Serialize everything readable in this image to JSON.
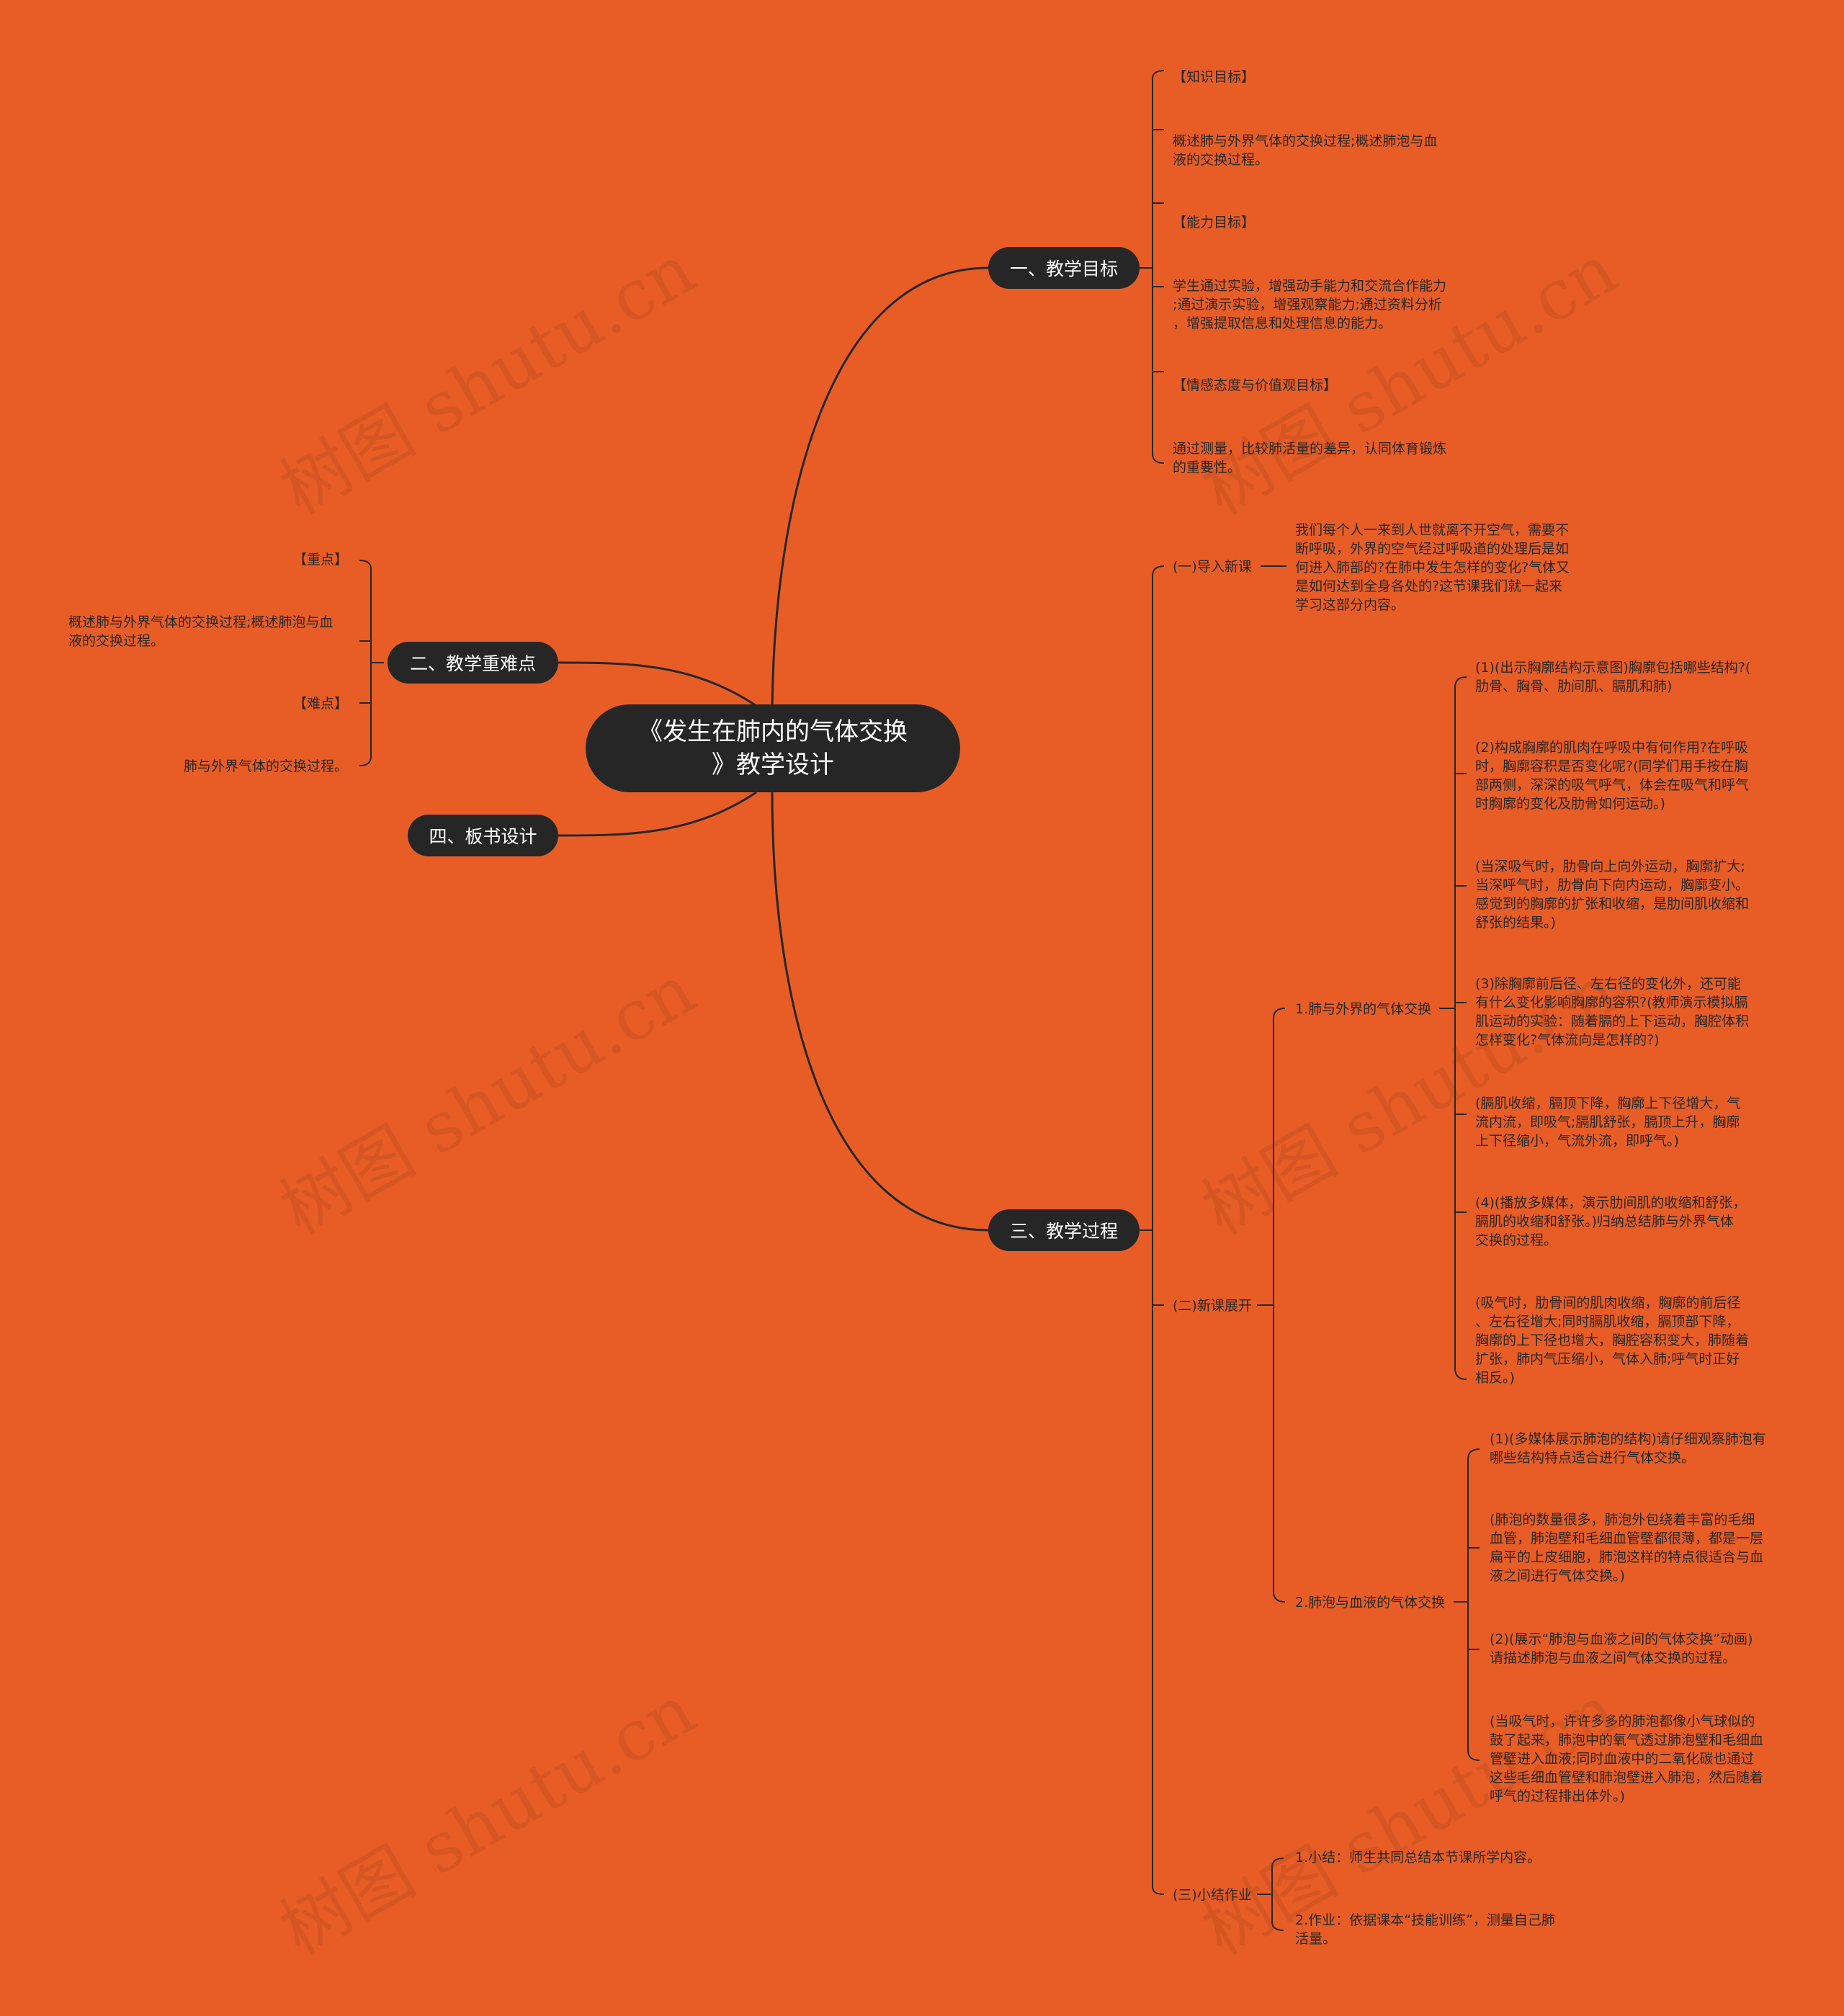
{
  "root": {
    "line1": "《发生在肺内的气体交换",
    "line2": "》教学设计"
  },
  "branches": {
    "b1": "一、教学目标",
    "b2": "二、教学重难点",
    "b3": "三、教学过程",
    "b4": "四、板书设计"
  },
  "objectives": [
    "【知识目标】",
    "概述肺与外界气体的交换过程;概述肺泡与血\n液的交换过程。",
    "【能力目标】",
    "学生通过实验，增强动手能力和交流合作能力\n;通过演示实验，增强观察能力;通过资料分析\n，增强提取信息和处理信息的能力。",
    "【情感态度与价值观目标】",
    "通过测量，比较肺活量的差异，认同体育锻炼\n的重要性。"
  ],
  "keypoints": [
    "【重点】",
    "概述肺与外界气体的交换过程;概述肺泡与血\n液的交换过程。",
    "【难点】",
    "肺与外界气体的交换过程。"
  ],
  "process": {
    "s1": {
      "label": "(一)导入新课",
      "text": "我们每个人一来到人世就离不开空气，需要不\n断呼吸，外界的空气经过呼吸道的处理后是如\n何进入肺部的?在肺中发生怎样的变化?气体又\n是如何达到全身各处的?这节课我们就一起来\n学习这部分内容。"
    },
    "s2": {
      "label": "(二)新课展开",
      "sub1": {
        "label": "1.肺与外界的气体交换",
        "items": [
          "(1)(出示胸廓结构示意图)胸廓包括哪些结构?(\n肋骨、胸骨、肋间肌、膈肌和肺)",
          "(2)构成胸廓的肌肉在呼吸中有何作用?在呼吸\n时，胸廓容积是否变化呢?(同学们用手按在胸\n部两侧，深深的吸气呼气，体会在吸气和呼气\n时胸廓的变化及肋骨如何运动。)",
          "(当深吸气时，肋骨向上向外运动，胸廓扩大;\n当深呼气时，肋骨向下向内运动，胸廓变小。\n感觉到的胸廓的扩张和收缩，是肋间肌收缩和\n舒张的结果。)",
          "(3)除胸廓前后径、左右径的变化外，还可能\n有什么变化影响胸廓的容积?(教师演示模拟膈\n肌运动的实验：随着膈的上下运动，胸腔体积\n怎样变化?气体流向是怎样的?)",
          "(膈肌收缩，膈顶下降，胸廓上下径增大，气\n流内流，即吸气;膈肌舒张，膈顶上升，胸廓\n上下径缩小，气流外流，即呼气。)",
          "(4)(播放多媒体，演示肋间肌的收缩和舒张，\n膈肌的收缩和舒张。)归纳总结肺与外界气体\n交换的过程。",
          "(吸气时，肋骨间的肌肉收缩，胸廓的前后径\n、左右径增大;同时膈肌收缩，膈顶部下降，\n胸廓的上下径也增大，胸腔容积变大，肺随着\n扩张，肺内气压缩小，气体入肺;呼气时正好\n相反。)"
        ]
      },
      "sub2": {
        "label": "2.肺泡与血液的气体交换",
        "items": [
          "(1)(多媒体展示肺泡的结构)请仔细观察肺泡有\n哪些结构特点适合进行气体交换。",
          "(肺泡的数量很多，肺泡外包绕着丰富的毛细\n血管，肺泡壁和毛细血管壁都很薄，都是一层\n扁平的上皮细胞，肺泡这样的特点很适合与血\n液之间进行气体交换。)",
          "(2)(展示“肺泡与血液之间的气体交换”动画)\n请描述肺泡与血液之间气体交换的过程。",
          "(当吸气时，许许多多的肺泡都像小气球似的\n鼓了起来，肺泡中的氧气透过肺泡壁和毛细血\n管壁进入血液;同时血液中的二氧化碳也通过\n这些毛细血管壁和肺泡壁进入肺泡，然后随着\n呼气的过程排出体外。)"
        ]
      }
    },
    "s3": {
      "label": "(三)小结作业",
      "items": [
        "1.小结：师生共同总结本节课所学内容。",
        "2.作业：依据课本“技能训练”，测量自己肺\n活量。"
      ]
    }
  },
  "watermark": "树图 shutu.cn",
  "colors": {
    "background": "#e85d26",
    "node": "#262626",
    "line": "#262626",
    "text": "#262626"
  }
}
